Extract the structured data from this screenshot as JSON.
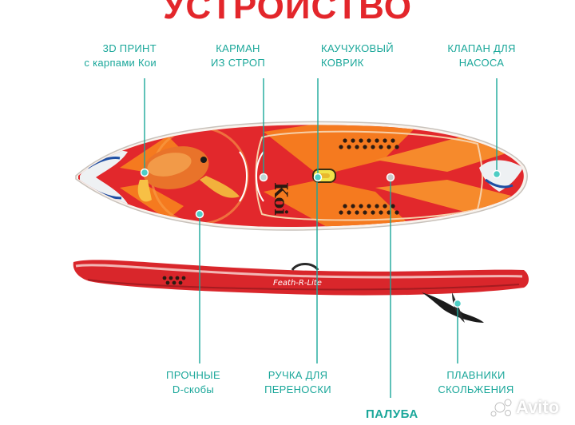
{
  "title": "УСТРОЙСТВО",
  "labels": {
    "print": [
      "3D ПРИНТ",
      "с карпами Кои"
    ],
    "pocket": [
      "КАРМАН",
      "ИЗ СТРОП"
    ],
    "mat": [
      "КАУЧУКОВЫЙ",
      "КОВРИК"
    ],
    "valve": [
      "КЛАПАН ДЛЯ",
      "НАСОСА"
    ],
    "dring": [
      "ПРОЧНЫЕ",
      "D-скобы"
    ],
    "handle": [
      "РУЧКА ДЛЯ",
      "ПЕРЕНОСКИ"
    ],
    "fins": [
      "ПЛАВНИКИ",
      "СКОЛЬЖЕНИЯ"
    ],
    "deck": "ПАЛУБА"
  },
  "board_texts": {
    "logo_top": "Koi",
    "logo_side": "Feath-R-Lite"
  },
  "watermark": "Avito",
  "colors": {
    "title": "#e3262b",
    "label": "#1aa79a",
    "board_red": "#d9262b",
    "board_orange": "#f57a1f",
    "marker": "#4ecdc4"
  }
}
